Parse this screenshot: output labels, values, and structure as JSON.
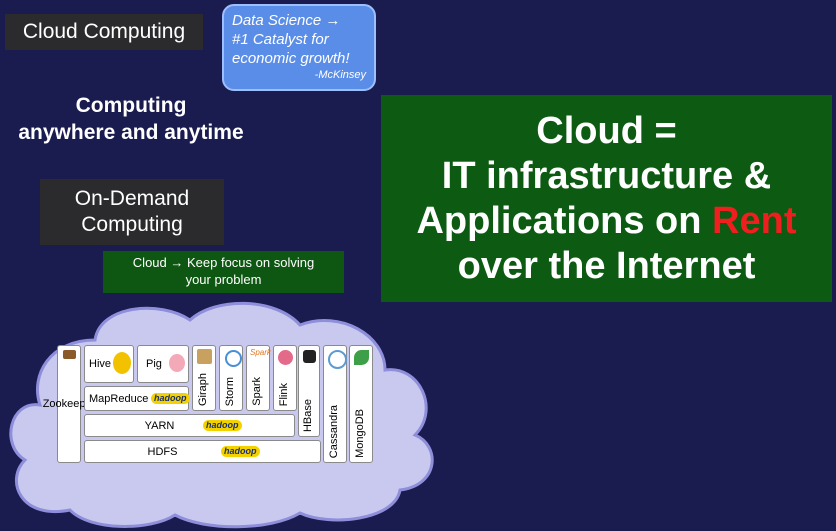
{
  "labels": {
    "cloud_computing": "Cloud Computing",
    "on_demand": [
      "On-Demand",
      "Computing"
    ],
    "anywhere": [
      "Computing",
      "anywhere and anytime"
    ],
    "focus": [
      "Cloud → Keep focus on solving",
      "your problem"
    ]
  },
  "quote": {
    "lines": [
      "Data Science →",
      "#1 Catalyst for",
      "economic growth!"
    ],
    "author": "-McKinsey"
  },
  "definition": {
    "line1": "Cloud =",
    "line2": "IT infrastructure &",
    "line3_prefix": "Applications on ",
    "line3_accent": "Rent",
    "line4": "over the Internet",
    "accent_color": "#f01e1e"
  },
  "stack": {
    "zookeeper": "Zookeeper",
    "hive": "Hive",
    "pig": "Pig",
    "giraph": "Giraph",
    "storm": "Storm",
    "spark": "Spark",
    "flink": "Flink",
    "hbase": "HBase",
    "cassandra": "Cassandra",
    "mongodb": "MongoDB",
    "mapreduce": "MapReduce",
    "yarn": "YARN",
    "hdfs": "HDFS",
    "hadoop_logo": "hadoop",
    "spark_logo": "Spark"
  },
  "colors": {
    "background": "#1a1b4f",
    "green_box": "#0d5a12",
    "quote_box": "#5a8de8",
    "cloud_fill": "#c9c9ef"
  }
}
